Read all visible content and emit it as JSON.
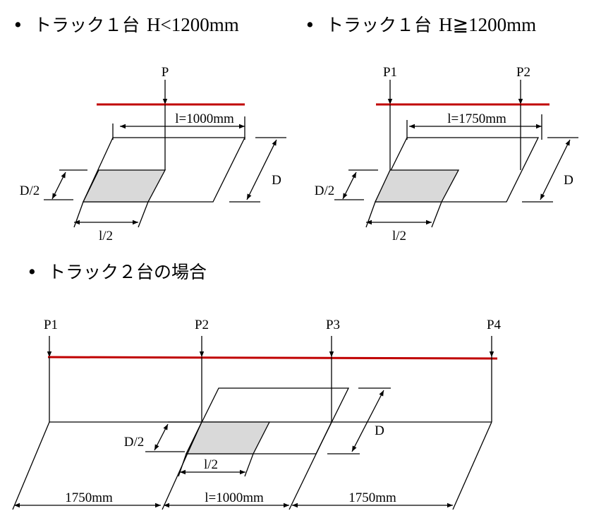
{
  "headings": [
    {
      "bullet": "•",
      "title": "トラック１台",
      "condition": "H<1200mm"
    },
    {
      "bullet": "•",
      "title": "トラック１台",
      "condition": "H≧1200mm"
    },
    {
      "bullet": "•",
      "title": "トラック２台の場合",
      "condition": ""
    }
  ],
  "diagram1": {
    "load": "P",
    "length": "l=1000mm",
    "half_depth": "D/2",
    "depth": "D",
    "half_length": "l/2"
  },
  "diagram2": {
    "load1": "P1",
    "load2": "P2",
    "length": "l=1750mm",
    "half_depth": "D/2",
    "depth": "D",
    "half_length": "l/2"
  },
  "diagram3": {
    "loads": [
      "P1",
      "P2",
      "P3",
      "P4"
    ],
    "half_depth": "D/2",
    "depth": "D",
    "half_length": "l/2",
    "spans": [
      "1750mm",
      "l=1000mm",
      "1750mm"
    ]
  },
  "colors": {
    "load_line": "#c00000",
    "shaded_area": "#d9d9d9"
  }
}
